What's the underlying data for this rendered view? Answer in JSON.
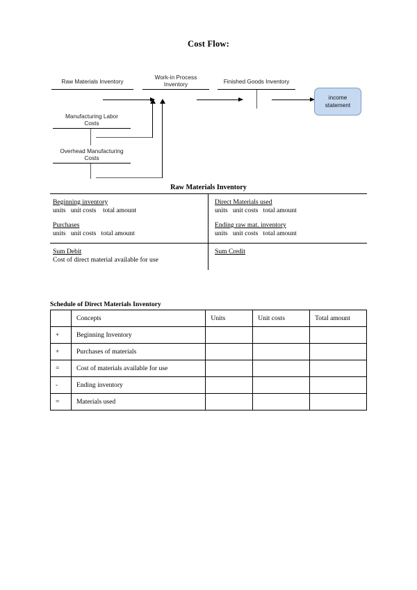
{
  "document": {
    "title": "Cost Flow:"
  },
  "diagram": {
    "name": "cost-flow-diagram",
    "accounts": [
      {
        "id": "raw-materials-inventory",
        "label": "Raw Materials Inventory"
      },
      {
        "id": "work-in-process-inventory",
        "label_line1": "Work-in Process",
        "label_line2": "Inventory"
      },
      {
        "id": "finished-goods-inventory",
        "label": "Finished Goods Inventory"
      },
      {
        "id": "manufacturing-labor-costs",
        "label_line1": "Manufacturing Labor",
        "label_line2": "Costs"
      },
      {
        "id": "overhead-manufacturing-costs",
        "label_line1": "Overhead Manufacturing",
        "label_line2": "Costs"
      }
    ],
    "income_statement": {
      "line1": "income",
      "line2": "statement",
      "fill_color": "#c5d9f1",
      "border_color": "#7d9cc0"
    }
  },
  "t_account": {
    "title": "Raw Materials Inventory",
    "debit": [
      {
        "heading": "Beginning inventory",
        "detail": "units   unit costs    total amount"
      },
      {
        "heading": "Purchases",
        "detail": "units   unit costs   total amount"
      }
    ],
    "credit": [
      {
        "heading": "Direct Materials used",
        "detail": "units   unit costs   total amount"
      },
      {
        "heading": "Ending raw mat. inventory",
        "detail": "units   unit costs   total amount"
      }
    ],
    "sum_debit": {
      "heading": "Sum Debit",
      "detail": "Cost of direct material available for use"
    },
    "sum_credit": {
      "heading": "Sum Credit",
      "detail": ""
    }
  },
  "schedule": {
    "title": "Schedule of Direct Materials Inventory",
    "columns": [
      "",
      "Concepts",
      "Units",
      "Unit costs",
      "Total amount"
    ],
    "rows": [
      {
        "sign": "+",
        "concept": "Beginning Inventory",
        "units": "",
        "unit_costs": "",
        "total_amount": ""
      },
      {
        "sign": "+",
        "concept": "Purchases of materials",
        "units": "",
        "unit_costs": "",
        "total_amount": ""
      },
      {
        "sign": "=",
        "concept": "Cost of materials available for use",
        "units": "",
        "unit_costs": "",
        "total_amount": ""
      },
      {
        "sign": "-",
        "concept": "Ending inventory",
        "units": "",
        "unit_costs": "",
        "total_amount": ""
      },
      {
        "sign": "=",
        "concept": "Materials used",
        "units": "",
        "unit_costs": "",
        "total_amount": ""
      }
    ]
  }
}
